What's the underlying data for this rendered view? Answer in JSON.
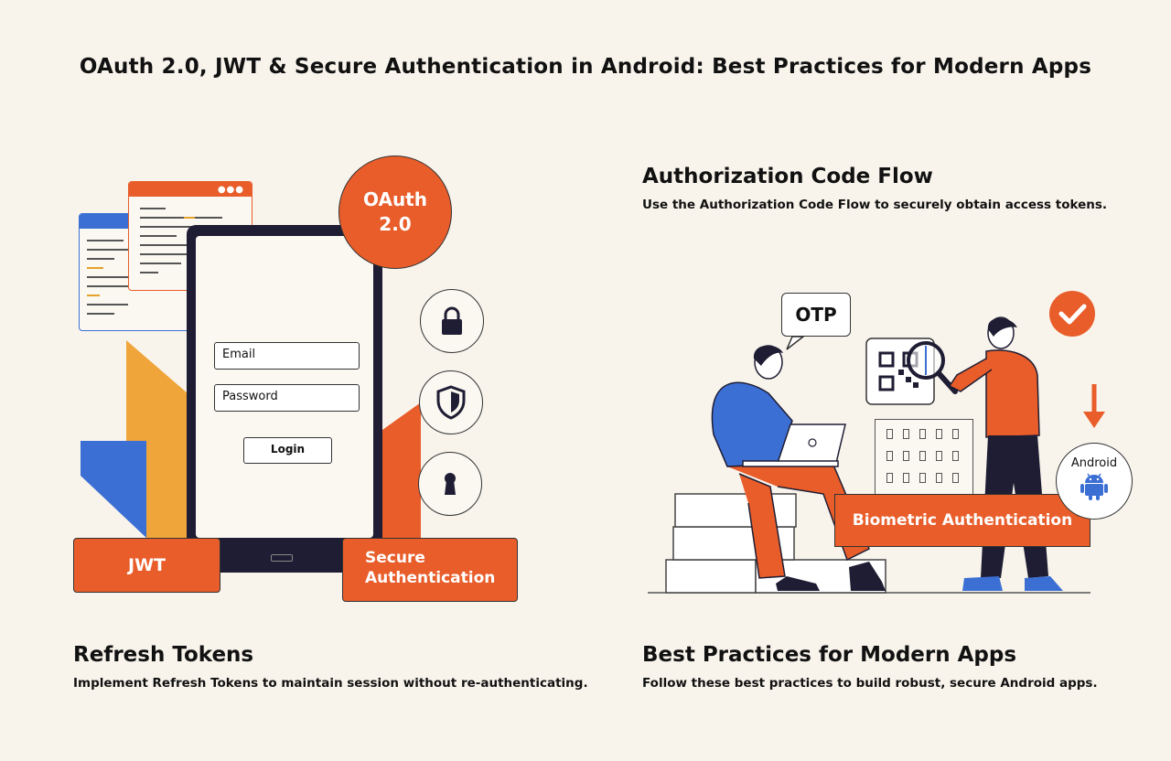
{
  "title": "OAuth 2.0, JWT & Secure Authentication in Android: Best Practices for Modern Apps",
  "sections": {
    "authorization_code_flow": {
      "heading": "Authorization Code Flow",
      "description": "Use the Authorization Code Flow to securely obtain access tokens."
    },
    "refresh_tokens": {
      "heading": "Refresh Tokens",
      "description": "Implement Refresh Tokens to maintain session without re-authenticating."
    },
    "best_practices": {
      "heading": "Best Practices for Modern Apps",
      "description": "Follow these best practices to build robust, secure Android apps."
    }
  },
  "login_form": {
    "email_placeholder": "Email",
    "password_placeholder": "Password",
    "login_label": "Login"
  },
  "badges": {
    "oauth_line1": "OAuth",
    "oauth_line2": "2.0",
    "jwt": "JWT",
    "secure_line1": "Secure",
    "secure_line2": "Authentication",
    "otp": "OTP",
    "biometric": "Biometric Authentication",
    "android": "Android"
  },
  "icons": [
    "lock-icon",
    "shield-icon",
    "keyhole-icon",
    "checkmark-icon",
    "down-arrow-icon",
    "magnifier-icon",
    "qr-code-icon",
    "android-icon",
    "laptop-icon"
  ],
  "colors": {
    "background": "#f8f4ec",
    "accent_orange": "#e85d2a",
    "accent_blue": "#3b6fd4",
    "accent_yellow": "#f0a53a",
    "dark_navy": "#1f1d33"
  }
}
